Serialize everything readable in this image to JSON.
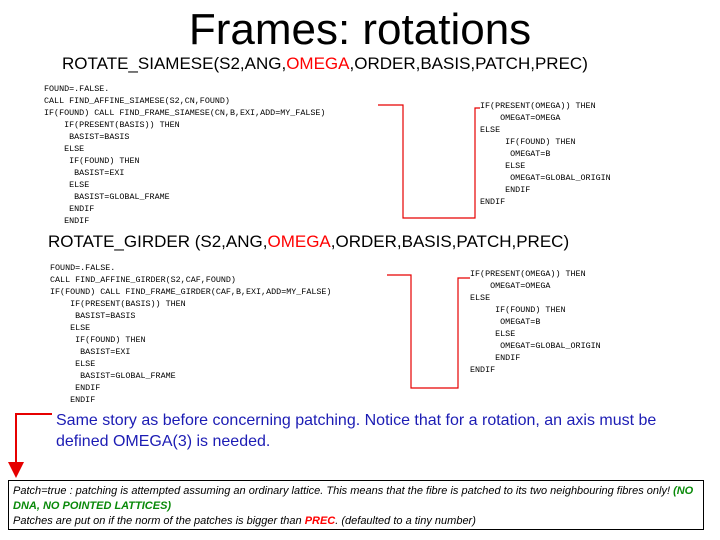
{
  "title": "Frames: rotations",
  "siamese": {
    "heading_prefix": "ROTATE_SIAMESE(S2,ANG,",
    "heading_highlight": "OMEGA",
    "heading_suffix": ",ORDER,BASIS,PATCH,PREC)",
    "code_left": "FOUND=.FALSE.\nCALL FIND_AFFINE_SIAMESE(S2,CN,FOUND)\nIF(FOUND) CALL FIND_FRAME_SIAMESE(CN,B,EXI,ADD=MY_FALSE)\n    IF(PRESENT(BASIS)) THEN\n     BASIST=BASIS\n    ELSE\n     IF(FOUND) THEN\n      BASIST=EXI\n     ELSE\n      BASIST=GLOBAL_FRAME\n     ENDIF\n    ENDIF",
    "code_right": "IF(PRESENT(OMEGA)) THEN\n    OMEGAT=OMEGA\nELSE\n     IF(FOUND) THEN\n      OMEGAT=B\n     ELSE\n      OMEGAT=GLOBAL_ORIGIN\n     ENDIF\nENDIF"
  },
  "girder": {
    "heading_prefix": "ROTATE_GIRDER (S2,ANG,",
    "heading_highlight": "OMEGA",
    "heading_suffix": ",ORDER,BASIS,PATCH,PREC)",
    "code_left": "FOUND=.FALSE.\nCALL FIND_AFFINE_GIRDER(S2,CAF,FOUND)\nIF(FOUND) CALL FIND_FRAME_GIRDER(CAF,B,EXI,ADD=MY_FALSE)\n    IF(PRESENT(BASIS)) THEN\n     BASIST=BASIS\n    ELSE\n     IF(FOUND) THEN\n      BASIST=EXI\n     ELSE\n      BASIST=GLOBAL_FRAME\n     ENDIF\n    ENDIF",
    "code_right": "IF(PRESENT(OMEGA)) THEN\n    OMEGAT=OMEGA\nELSE\n     IF(FOUND) THEN\n      OMEGAT=B\n     ELSE\n      OMEGAT=GLOBAL_ORIGIN\n     ENDIF\nENDIF"
  },
  "note": "Same story as before concerning patching. Notice that for a rotation, an axis must be defined OMEGA(3) is needed.",
  "box": {
    "line1": "Patch=true : patching is attempted assuming an ordinary lattice. This means that the fibre is patched to its two neighbouring fibres only! ",
    "line1_em": "(NO DNA, NO POINTED LATTICES)",
    "line2_a": "Patches are put on if the norm of the patches is bigger than ",
    "line2_prec": "PREC",
    "line2_b": ". (defaulted to a tiny number)"
  },
  "colors": {
    "highlight": "#ff0000",
    "note_text": "#1c1cb4",
    "connector": "#e60000",
    "emphasis_green": "#0a8a0a"
  }
}
